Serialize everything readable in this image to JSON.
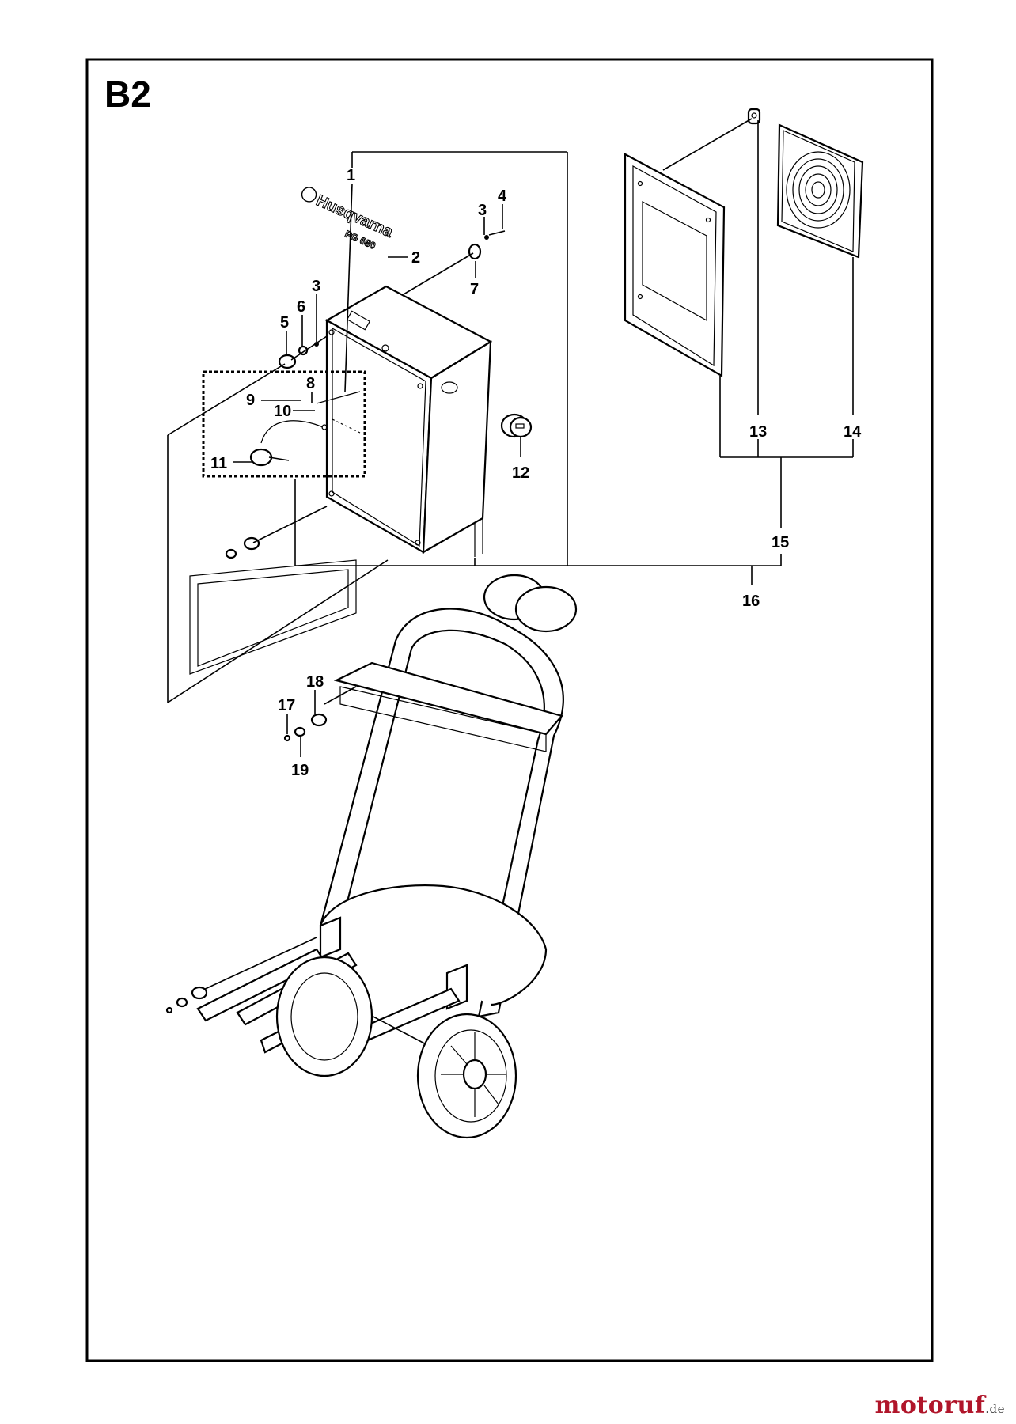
{
  "figure": {
    "title": "B2",
    "brand_logo_text": "Husqvarna",
    "brand_model_text": "PG 680"
  },
  "callouts": [
    {
      "id": "1",
      "label": "1"
    },
    {
      "id": "2",
      "label": "2"
    },
    {
      "id": "3a",
      "label": "3"
    },
    {
      "id": "3b",
      "label": "3"
    },
    {
      "id": "4",
      "label": "4"
    },
    {
      "id": "5",
      "label": "5"
    },
    {
      "id": "6",
      "label": "6"
    },
    {
      "id": "7",
      "label": "7"
    },
    {
      "id": "8",
      "label": "8"
    },
    {
      "id": "9",
      "label": "9"
    },
    {
      "id": "10",
      "label": "10"
    },
    {
      "id": "11",
      "label": "11"
    },
    {
      "id": "12",
      "label": "12"
    },
    {
      "id": "13",
      "label": "13"
    },
    {
      "id": "14",
      "label": "14"
    },
    {
      "id": "15",
      "label": "15"
    },
    {
      "id": "16",
      "label": "16"
    },
    {
      "id": "17",
      "label": "17"
    },
    {
      "id": "18",
      "label": "18"
    },
    {
      "id": "19",
      "label": "19"
    }
  ],
  "watermark": {
    "text": "motoruf",
    "tld": ".de",
    "color": "#b0152a"
  }
}
